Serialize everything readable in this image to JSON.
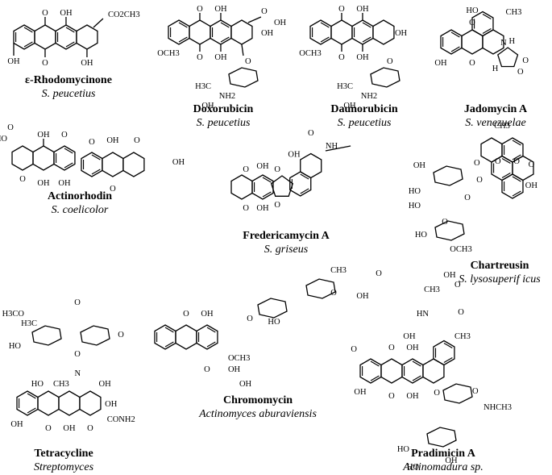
{
  "compounds": [
    {
      "name": "ε-Rhodomycinone",
      "organism": "S. peucetius",
      "labels": [
        "O",
        "OH",
        "CO2CH3",
        "OH",
        "O",
        "OH"
      ]
    },
    {
      "name": "Doxorubicin",
      "organism": "S. peucetius",
      "labels": [
        "O",
        "OH",
        "O",
        "OH",
        "OH",
        "OCH3",
        "O",
        "OH",
        "O",
        "H3C",
        "NH2",
        "OH"
      ]
    },
    {
      "name": "Daunorubicin",
      "organism": "S. peucetius",
      "labels": [
        "O",
        "OH",
        "OH",
        "OCH3",
        "O",
        "OH",
        "O",
        "H3C",
        "NH2",
        "OH"
      ]
    },
    {
      "name": "Jadomycin A",
      "organism": "S. venezuelae",
      "labels": [
        "HO",
        "CH3",
        "O",
        "N",
        "O",
        "OH",
        "O",
        "O",
        "H",
        "H"
      ]
    },
    {
      "name": "Actinorhodin",
      "organism": "S. coelicolor",
      "labels": [
        "HO",
        "O",
        "O",
        "OH",
        "O",
        "OH",
        "OH",
        "O",
        "OH",
        "O",
        "O",
        "OH"
      ]
    },
    {
      "name": "Fredericamycin A",
      "organism": "S. griseus",
      "labels": [
        "O",
        "NH",
        "OH",
        "OH",
        "O",
        "O",
        "OH",
        "O",
        "O"
      ]
    },
    {
      "name": "Chartreusin",
      "organism": "S. lysosuperif icus",
      "labels": [
        "CH3",
        "O",
        "O",
        "O",
        "O",
        "OH",
        "HO",
        "HO",
        "O",
        "O",
        "HO",
        "O",
        "OCH3",
        "OH"
      ]
    },
    {
      "name": "Chromomycin",
      "organism": "Actinomyces aburaviensis",
      "labels": [
        "O",
        "OH",
        "OCH3",
        "OH",
        "OH",
        "O",
        "H3CO",
        "H3C",
        "HO",
        "O",
        "O",
        "O",
        "HO",
        "CH3",
        "O",
        "OH",
        "O",
        "O"
      ]
    },
    {
      "name": "Tetracycline",
      "organism": "Streptomyces",
      "labels": [
        "N",
        "HO",
        "CH3",
        "OH",
        "OH",
        "O",
        "OH",
        "OH",
        "O",
        "CONH2"
      ]
    },
    {
      "name": "Pradimicin A",
      "organism": "Actinomadura sp.",
      "labels": [
        "CH3",
        "OH",
        "O",
        "HN",
        "O",
        "CH3",
        "OH",
        "O",
        "OH",
        "O",
        "OH",
        "O",
        "OH",
        "O",
        "HO",
        "HO",
        "OH",
        "NHCH3",
        "O"
      ]
    }
  ]
}
